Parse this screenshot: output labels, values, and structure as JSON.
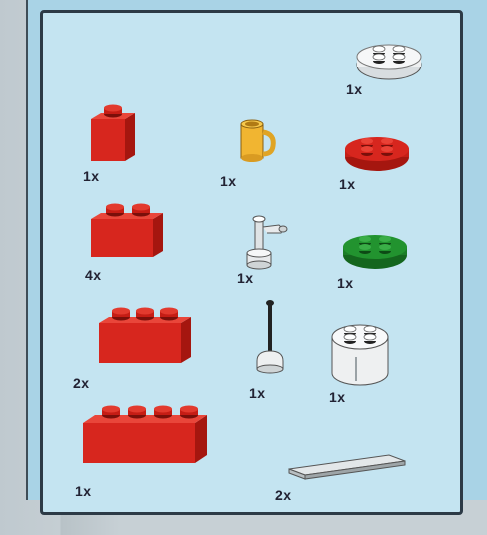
{
  "colors": {
    "red": "#d7261e",
    "red_dark": "#9d150f",
    "yellow": "#f1b531",
    "green": "#22932f",
    "white": "#f3f5f6",
    "light_gray": "#d8dde0",
    "frame_bg": "#c4e4f1"
  },
  "parts": [
    {
      "name": "white-round-2x2",
      "qty": "1x"
    },
    {
      "name": "red-brick-1x1",
      "qty": "1x"
    },
    {
      "name": "yellow-cup",
      "qty": "1x"
    },
    {
      "name": "red-round-2x2",
      "qty": "1x"
    },
    {
      "name": "red-brick-1x2",
      "qty": "4x"
    },
    {
      "name": "white-tap",
      "qty": "1x"
    },
    {
      "name": "green-round-2x2",
      "qty": "1x"
    },
    {
      "name": "red-brick-1x3",
      "qty": "2x"
    },
    {
      "name": "white-lever",
      "qty": "1x"
    },
    {
      "name": "white-round-brick-2x2",
      "qty": "1x"
    },
    {
      "name": "red-brick-1x4",
      "qty": "1x"
    },
    {
      "name": "gray-tile-1x4",
      "qty": "2x"
    }
  ]
}
